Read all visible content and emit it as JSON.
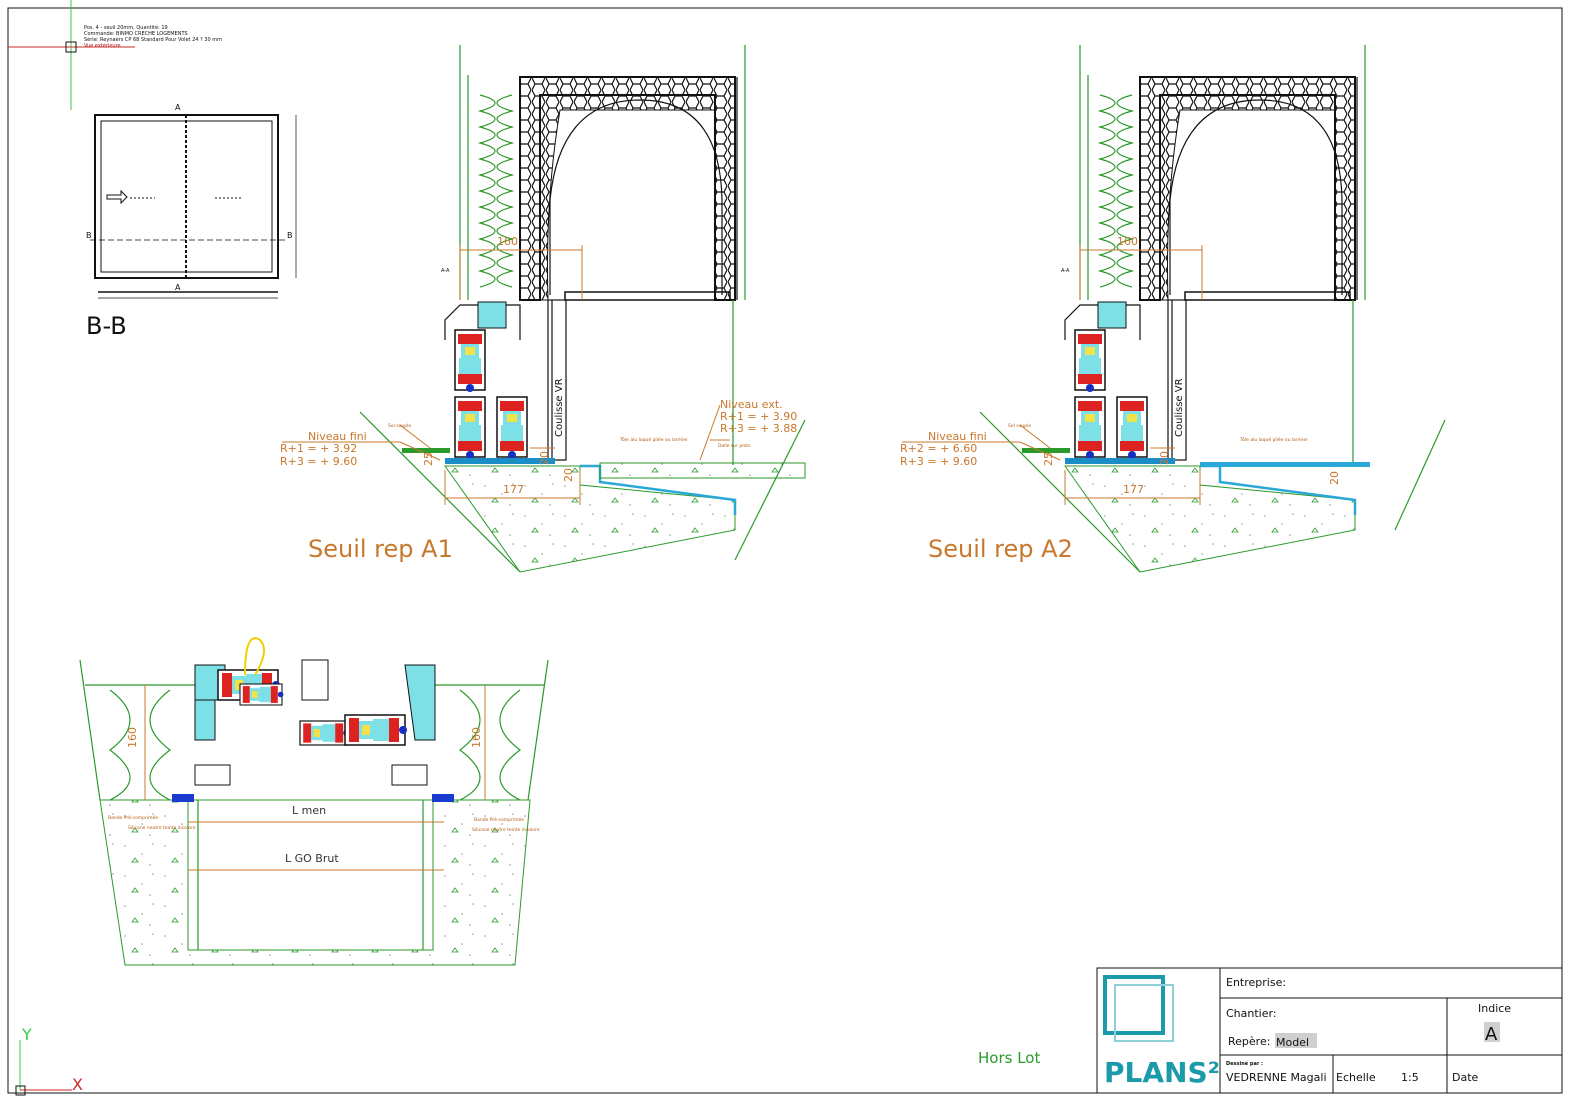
{
  "header_note": {
    "lines": [
      "Pos. 4 - seuil 20mm, Quantité: 19",
      "Commande: BINMO CRECHE LOGEMENTS",
      "Série: Reynaers CP 68 Standard  Pour Volet 24 ? 30 mm",
      "Vue extérieure"
    ]
  },
  "elevation": {
    "title": "B-B",
    "cut_a": "A",
    "cut_b": "B",
    "section_label": "A-A"
  },
  "section_a1": {
    "title": "Seuil  rep  A1",
    "dim_top": "160",
    "dim_25": "25",
    "dim_20a": "20",
    "dim_20b": "20",
    "dim_177": "177",
    "coulisse": "Coulisse VR",
    "niveau_fini": "Niveau  fini",
    "niveau_fini_1": "R+1  =  +  3.92",
    "niveau_fini_2": "R+3  =  +  9.60",
    "niveau_ext": "Niveau  ext.",
    "niveau_ext_1": "R+1  =  +  3.90",
    "niveau_ext_2": "R+3  =  +  3.88",
    "note_sol": "Sol souple",
    "note_tole": "Tôle alu laqué pliée ou larmier",
    "note_dalle": "Dalle sur plots"
  },
  "section_a2": {
    "title": "Seuil  rep  A2",
    "dim_top": "160",
    "dim_25": "25",
    "dim_20a": "20",
    "dim_20b": "20",
    "dim_177": "177",
    "coulisse": "Coulisse VR",
    "niveau_fini": "Niveau  fini",
    "niveau_fini_1": "R+2  =  +  6.60",
    "niveau_fini_2": "R+3  =  +  9.60",
    "note_sol": "Sol souple",
    "note_tole": "Tôle alu laqué pliée ou larmier"
  },
  "plan": {
    "dim_left": "160",
    "dim_right": "160",
    "l_men": "L  men",
    "l_go": "L  GO  Brut",
    "note_bande_l": "Bande Pré-comprimée",
    "note_silicone_l": "Silicone neutre teinte incolore",
    "note_bande_r": "Bande Pré-comprimée",
    "note_silicone_r": "Silicone neutre teinte incolore"
  },
  "hors_lot": "Hors  Lot",
  "ucs": {
    "y": "Y",
    "x": "X"
  },
  "title_block": {
    "logo": "PLANS²",
    "entreprise_label": "Entreprise:",
    "chantier_label": "Chantier:",
    "repere_label": "Repère:",
    "repere_value": "Model",
    "indice_label": "Indice",
    "indice_value": "A",
    "dessine_label": "Dessiné par :",
    "dessine_value": "VEDRENNE  Magali",
    "echelle_label": "Echelle",
    "echelle_value": "1:5",
    "date_label": "Date"
  },
  "colors": {
    "dim": "#c8782c",
    "concrete": "#2a9a2a",
    "profile": "#2aa8d8",
    "logo": "#1b9aaa"
  }
}
